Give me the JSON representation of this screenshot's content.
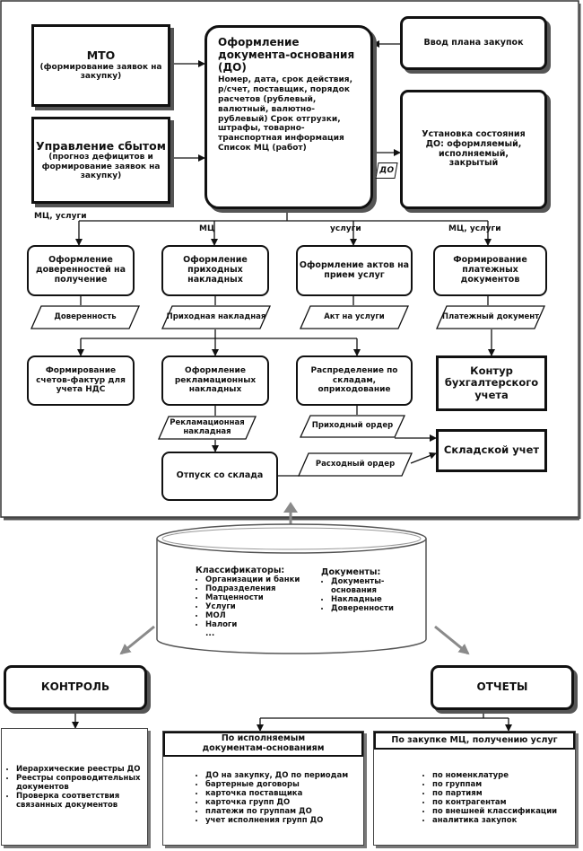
{
  "top": {
    "mto": {
      "title": "МТО",
      "subtitle": "(формирование заявок на закупку)"
    },
    "sales": {
      "title": "Управление сбытом",
      "subtitle": "(прогноз дефицитов и формирование заявок на закупку)"
    },
    "do_box": {
      "title": "Оформление документа-основания (ДО)",
      "body": "Номер, дата, срок действия, р/счет, поставщик, порядок расчетов (рублевый, валютный, валютно-рублевый) Срок отгрузки, штрафы, товарно-транспортная информация Список МЦ (работ)"
    },
    "plan": "Ввод плана закупок",
    "state": "Установка состояния ДО: оформляемый, исполняемый, закрытый",
    "do_tag": "ДО"
  },
  "branch_labels": {
    "b1": "МЦ, услуги",
    "b2": "МЦ",
    "b3": "услуги",
    "b4": "МЦ, услуги"
  },
  "row1": {
    "power": "Оформление доверенностей на получение",
    "incoming": "Оформление приходных накладных",
    "acts": "Оформление актов на прием услуг",
    "payment": "Формирование платежных документов"
  },
  "docs1": {
    "power": "Доверенность",
    "incoming": "Приходная накладная",
    "act": "Акт на услуги",
    "payment": "Платежный документ"
  },
  "row2": {
    "invoices": "Формирование счетов-фактур для учета НДС",
    "reclam": "Оформление рекламационных накладных",
    "distrib": "Распределение по складам, оприходование",
    "accounting": "Контур бухгалтерского учета"
  },
  "docs2": {
    "reclam": "Рекламационная накладная",
    "receipt": "Приходный ордер",
    "expense": "Расходный ордер"
  },
  "release": "Отпуск со склада",
  "warehouse": "Складской учет",
  "database": {
    "classifiers_title": "Классификаторы:",
    "classifiers": [
      "Организации и банки",
      "Подразделения",
      "Матценности",
      "Услуги",
      "МОЛ",
      "Налоги",
      "..."
    ],
    "documents_title": "Документы:",
    "documents": [
      "Документы-основания",
      "Накладные",
      "Доверенности"
    ]
  },
  "control": {
    "title": "КОНТРОЛЬ",
    "items": [
      "Иерархические реестры ДО",
      "Реестры сопроводительных документов",
      "Проверка соответствия связанных документов"
    ]
  },
  "reports": {
    "title": "ОТЧЕТЫ",
    "exec": {
      "title": "По исполняемым документам-основаниям",
      "items": [
        "ДО на закупку, ДО по периодам",
        "бартерные договоры",
        "карточка поставщика",
        "карточка групп ДО",
        "платежи по группам ДО",
        "учет исполнения групп ДО"
      ]
    },
    "purchase": {
      "title": "По закупке МЦ, получению услуг",
      "items": [
        "по номенклатуре",
        "по группам",
        "по партиям",
        "по контрагентам",
        "по внешней классификации",
        "аналитика закупок"
      ]
    }
  }
}
